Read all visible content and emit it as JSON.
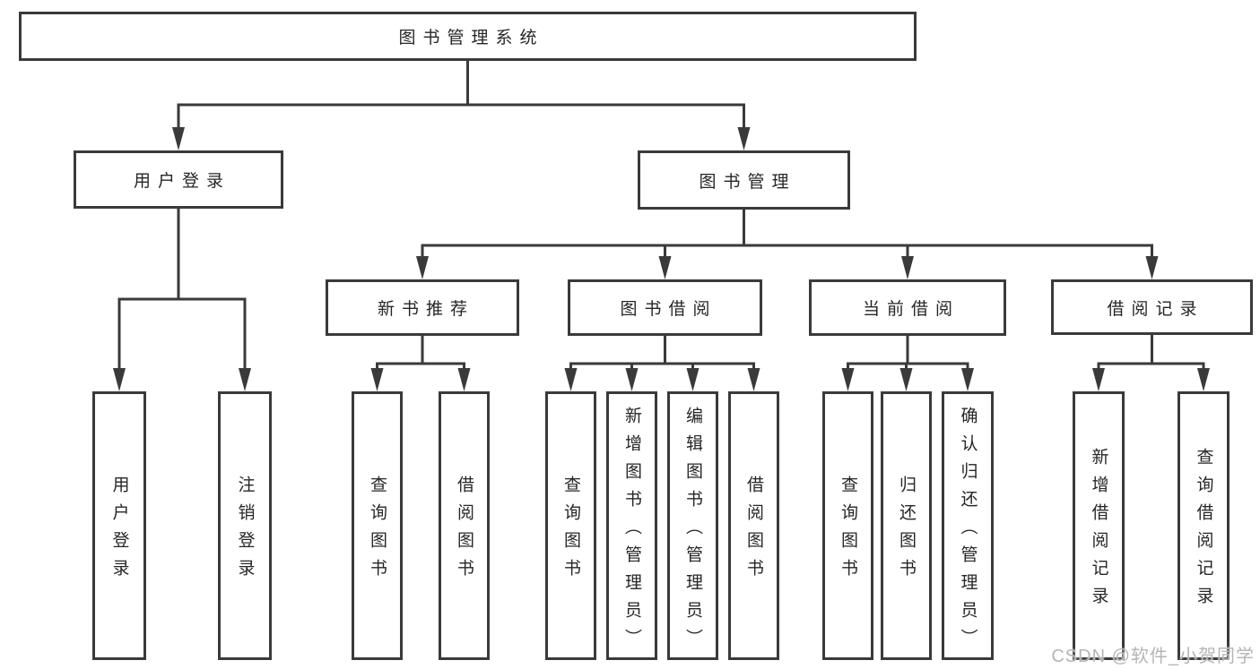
{
  "colors": {
    "line": "#3a3a3a",
    "text": "#262626",
    "watermark_text_color": "#b5b5b5",
    "background": "#ffffff"
  },
  "tree": {
    "root": {
      "label": "图书管理系统"
    },
    "level2": [
      {
        "label": "用户登录"
      },
      {
        "label": "图书管理"
      }
    ],
    "level3": [
      {
        "label": "新书推荐"
      },
      {
        "label": "图书借阅"
      },
      {
        "label": "当前借阅"
      },
      {
        "label": "借阅记录"
      }
    ],
    "leaves": [
      {
        "label": "用户登录"
      },
      {
        "label": "注销登录"
      },
      {
        "label": "查询图书"
      },
      {
        "label": "借阅图书"
      },
      {
        "label": "查询图书"
      },
      {
        "label": "新增图书（管理员）"
      },
      {
        "label": "编辑图书（管理员）"
      },
      {
        "label": "借阅图书"
      },
      {
        "label": "查询图书"
      },
      {
        "label": "归还图书"
      },
      {
        "label": "确认归还（管理员）"
      },
      {
        "label": "新增借阅记录"
      },
      {
        "label": "查询借阅记录"
      }
    ]
  },
  "watermark": {
    "text": "CSDN @软件_小贺同学"
  }
}
